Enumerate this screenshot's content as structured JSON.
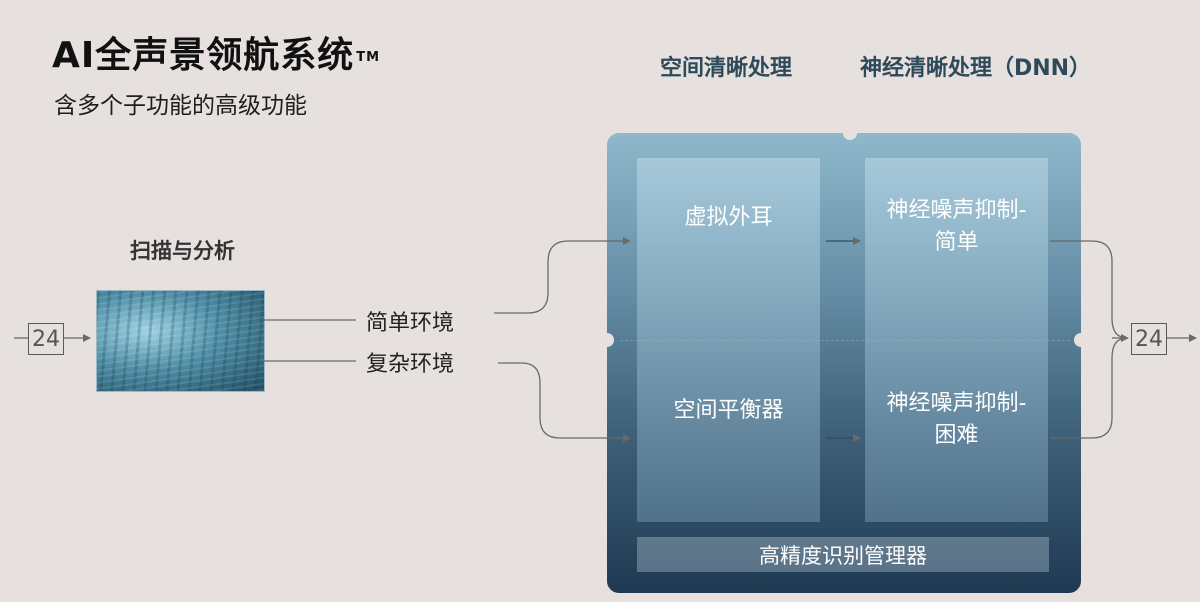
{
  "header": {
    "title": "AI全声景领航系统",
    "title_mark": "TM",
    "subtitle": "含多个子功能的高级功能"
  },
  "columns": {
    "spatial_header": "空间清晰处理",
    "neural_header": "神经清晰处理（DNN）"
  },
  "scan": {
    "title": "扫描与分析"
  },
  "routes": {
    "simple": "简单环境",
    "complex": "复杂环境"
  },
  "io": {
    "input_value": "24",
    "output_value": "24"
  },
  "blocks": {
    "virtual_ear": "虚拟外耳",
    "spatial_equalizer": "空间平衡器",
    "neural_simple_line1": "神经噪声抑制-",
    "neural_simple_line2": "简单",
    "neural_hard_line1": "神经噪声抑制-",
    "neural_hard_line2": "困难",
    "manager": "高精度识别管理器"
  },
  "colors": {
    "background": "#e6e1df",
    "panel_top": "#8fb8cc",
    "panel_bottom": "#1f3a52",
    "column_header": "#2e4a5a",
    "connector": "#6a6a6a"
  }
}
